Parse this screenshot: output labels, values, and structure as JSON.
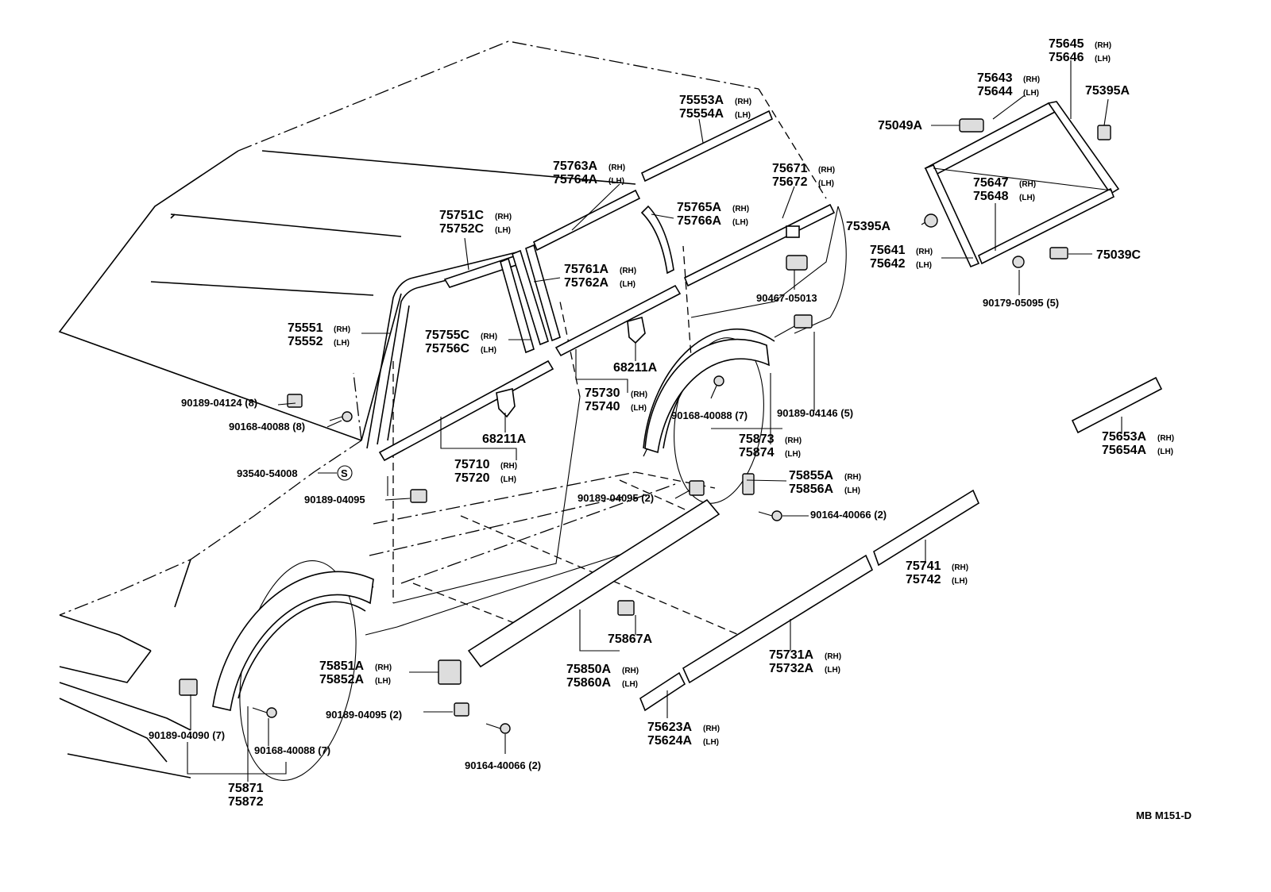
{
  "diagram_code": "MB  M151-D",
  "callouts": [
    {
      "id": "c1",
      "lines": [
        "75645",
        "75646"
      ],
      "tags": [
        "(RH)",
        "(LH)"
      ]
    },
    {
      "id": "c2",
      "lines": [
        "75643",
        "75644"
      ],
      "tags": [
        "(RH)",
        "(LH)"
      ]
    },
    {
      "id": "c3",
      "lines": [
        "75395A"
      ],
      "tags": []
    },
    {
      "id": "c4",
      "lines": [
        "75049A"
      ],
      "tags": []
    },
    {
      "id": "c5",
      "lines": [
        "75553A",
        "75554A"
      ],
      "tags": [
        "(RH)",
        "(LH)"
      ]
    },
    {
      "id": "c6",
      "lines": [
        "75763A",
        "75764A"
      ],
      "tags": [
        "(RH)",
        "(LH)"
      ]
    },
    {
      "id": "c7",
      "lines": [
        "75671",
        "75672"
      ],
      "tags": [
        "(RH)",
        "(LH)"
      ]
    },
    {
      "id": "c8",
      "lines": [
        "75647",
        "75648"
      ],
      "tags": [
        "(RH)",
        "(LH)"
      ]
    },
    {
      "id": "c9",
      "lines": [
        "75765A",
        "75766A"
      ],
      "tags": [
        "(RH)",
        "(LH)"
      ]
    },
    {
      "id": "c10",
      "lines": [
        "75751C",
        "75752C"
      ],
      "tags": [
        "(RH)",
        "(LH)"
      ]
    },
    {
      "id": "c11",
      "lines": [
        "75395A"
      ],
      "tags": []
    },
    {
      "id": "c12",
      "lines": [
        "75641",
        "75642"
      ],
      "tags": [
        "(RH)",
        "(LH)"
      ]
    },
    {
      "id": "c13",
      "lines": [
        "75039C"
      ],
      "tags": []
    },
    {
      "id": "c14",
      "lines": [
        "75761A",
        "75762A"
      ],
      "tags": [
        "(RH)",
        "(LH)"
      ]
    },
    {
      "id": "c15",
      "lines": [
        "90467-05013"
      ],
      "tags": []
    },
    {
      "id": "c16",
      "lines": [
        "90179-05095 (5)"
      ],
      "tags": []
    },
    {
      "id": "c17",
      "lines": [
        "75551",
        "75552"
      ],
      "tags": [
        "(RH)",
        "(LH)"
      ]
    },
    {
      "id": "c18",
      "lines": [
        "75755C",
        "75756C"
      ],
      "tags": [
        "(RH)",
        "(LH)"
      ]
    },
    {
      "id": "c19",
      "lines": [
        "68211A"
      ],
      "tags": []
    },
    {
      "id": "c20",
      "lines": [
        "75730",
        "75740"
      ],
      "tags": [
        "(RH)",
        "(LH)"
      ]
    },
    {
      "id": "c21",
      "lines": [
        "90168-40088 (7)"
      ],
      "tags": []
    },
    {
      "id": "c22",
      "lines": [
        "90189-04146 (5)"
      ],
      "tags": []
    },
    {
      "id": "c23",
      "lines": [
        "90189-04124 (8)"
      ],
      "tags": []
    },
    {
      "id": "c24",
      "lines": [
        "90168-40088 (8)"
      ],
      "tags": []
    },
    {
      "id": "c25",
      "lines": [
        "68211A"
      ],
      "tags": []
    },
    {
      "id": "c26",
      "lines": [
        "75873",
        "75874"
      ],
      "tags": [
        "(RH)",
        "(LH)"
      ]
    },
    {
      "id": "c27",
      "lines": [
        "75653A",
        "75654A"
      ],
      "tags": [
        "(RH)",
        "(LH)"
      ]
    },
    {
      "id": "c28",
      "lines": [
        "75710",
        "75720"
      ],
      "tags": [
        "(RH)",
        "(LH)"
      ]
    },
    {
      "id": "c29",
      "lines": [
        "93540-54008"
      ],
      "tags": []
    },
    {
      "id": "c30",
      "lines": [
        "75855A",
        "75856A"
      ],
      "tags": [
        "(RH)",
        "(LH)"
      ]
    },
    {
      "id": "c31",
      "lines": [
        "90189-04095"
      ],
      "tags": []
    },
    {
      "id": "c32",
      "lines": [
        "90189-04095 (2)"
      ],
      "tags": []
    },
    {
      "id": "c33",
      "lines": [
        "90164-40066 (2)"
      ],
      "tags": []
    },
    {
      "id": "c34",
      "lines": [
        "75741",
        "75742"
      ],
      "tags": [
        "(RH)",
        "(LH)"
      ]
    },
    {
      "id": "c35",
      "lines": [
        "75867A"
      ],
      "tags": []
    },
    {
      "id": "c36",
      "lines": [
        "75731A",
        "75732A"
      ],
      "tags": [
        "(RH)",
        "(LH)"
      ]
    },
    {
      "id": "c37",
      "lines": [
        "75851A",
        "75852A"
      ],
      "tags": [
        "(RH)",
        "(LH)"
      ]
    },
    {
      "id": "c38",
      "lines": [
        "75850A",
        "75860A"
      ],
      "tags": [
        "(RH)",
        "(LH)"
      ]
    },
    {
      "id": "c39",
      "lines": [
        "90189-04095 (2)"
      ],
      "tags": []
    },
    {
      "id": "c40",
      "lines": [
        "75623A",
        "75624A"
      ],
      "tags": [
        "(RH)",
        "(LH)"
      ]
    },
    {
      "id": "c41",
      "lines": [
        "90189-04090 (7)"
      ],
      "tags": []
    },
    {
      "id": "c42",
      "lines": [
        "90168-40088 (7)"
      ],
      "tags": []
    },
    {
      "id": "c43",
      "lines": [
        "90164-40066 (2)"
      ],
      "tags": []
    },
    {
      "id": "c44",
      "lines": [
        "75871",
        "75872"
      ],
      "tags": []
    }
  ],
  "symbol_s": "S"
}
